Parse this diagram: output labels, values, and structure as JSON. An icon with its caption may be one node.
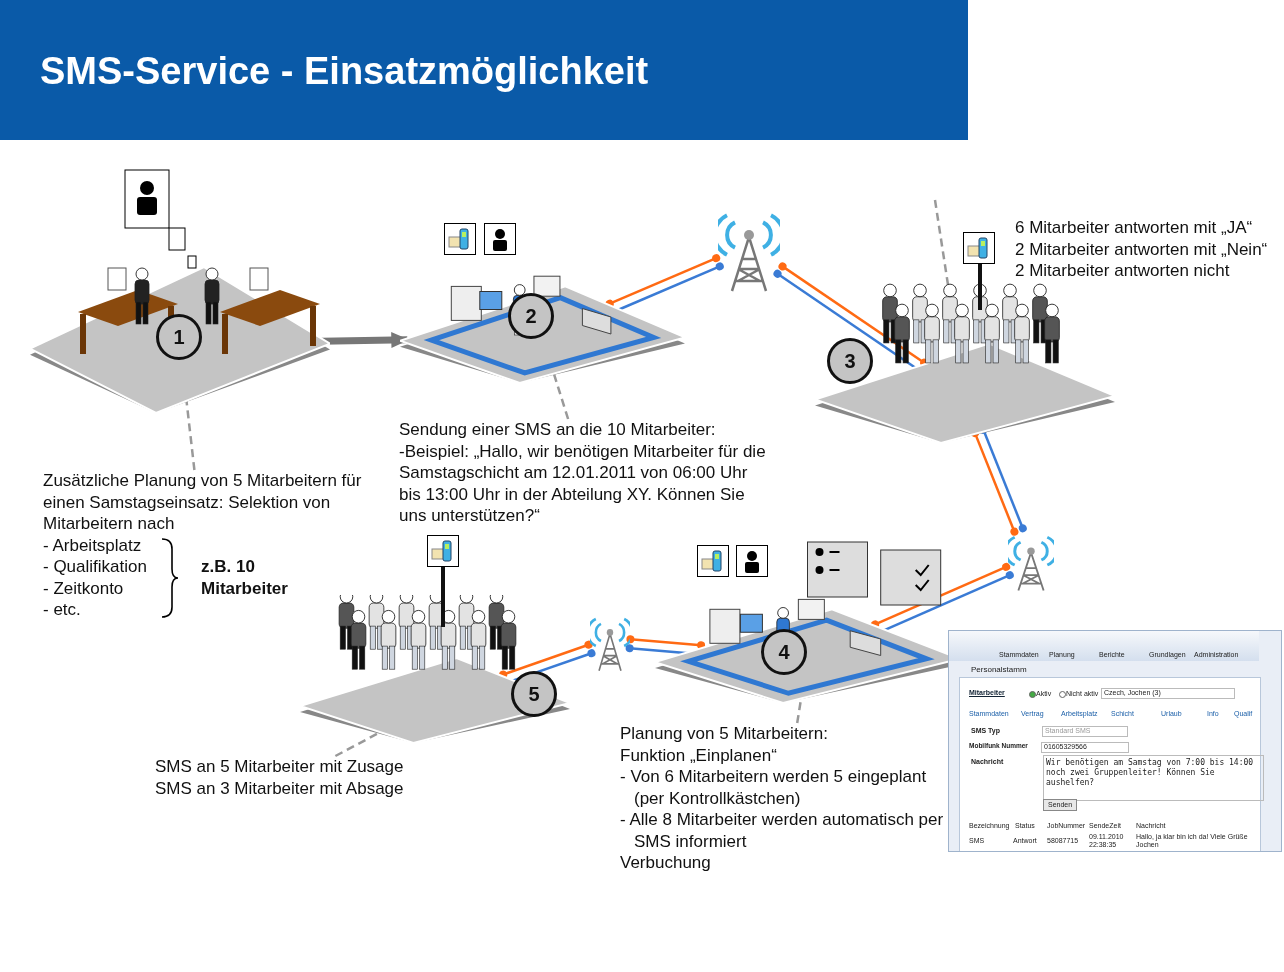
{
  "diagram": {
    "title": "SMS-Service - Einsatzmöglichkeit",
    "nodes": [
      {
        "text": [
          "1"
        ]
      },
      {
        "text": [
          "2"
        ]
      },
      {
        "text": [],
        "shape": "picture"
      },
      {
        "text": [
          "3"
        ],
        "beside": [
          "6 Mitarbeiter antworten mit „JA“",
          "2 Mitarbeiter antworten mit „Nein“",
          "2 Mitarbeiter antworten nicht"
        ]
      },
      {
        "text": [],
        "shape": "picture"
      },
      {
        "text": [
          "4"
        ]
      },
      {
        "text": [],
        "shape": "picture"
      },
      {
        "text": [
          "5"
        ]
      },
      {
        "text": [
          "Zusätzliche Planung von 5 Mitarbeitern für einen Samstagseinsatz: Selektion von Mitarbeitern nach",
          "- Arbeitsplatz",
          "- Qualifikation",
          "- Zeitkonto",
          "- etc."
        ]
      },
      {
        "text": [
          "Sendung einer SMS an die 10 Mitarbeiter:",
          "-Beispiel: „Hallo, wir benötigen Mitarbeiter für die Samstagschicht am 12.01.2011 von 06:00 Uhr bis 13:00 Uhr in der Abteilung XY. Können Sie uns unterstützen?“"
        ]
      },
      {
        "text": [
          "Planung von 5 Mitarbeitern:",
          "Funktion „Einplanen“",
          "- Von 6 Mitarbeitern werden 5 eingeplant (per Kontrollkästchen)",
          "- Alle 8 Mitarbeiter werden automatisch per SMS informiert",
          "Verbuchung"
        ]
      },
      {
        "text": [
          "SMS an 5 Mitarbeiter mit Zusage",
          "SMS an 3 Mitarbeiter mit Absage"
        ]
      }
    ],
    "edges": [
      {
        "from": 0,
        "to": 1,
        "arrow": "to",
        "style": "thick",
        "color": "#777777"
      },
      {
        "from": 1,
        "to": 2,
        "arrow": "other",
        "color": "#ff6a13"
      },
      {
        "from": 1,
        "to": 2,
        "arrow": "other",
        "color": "#3a7bd5"
      },
      {
        "from": 2,
        "to": 3,
        "arrow": "other",
        "color": "#ff6a13"
      },
      {
        "from": 2,
        "to": 3,
        "arrow": "other",
        "color": "#3a7bd5"
      },
      {
        "from": 3,
        "to": 4,
        "arrow": "other",
        "color": "#3a7bd5"
      },
      {
        "from": 3,
        "to": 4,
        "arrow": "other",
        "color": "#ff6a13"
      },
      {
        "from": 4,
        "to": 5,
        "arrow": "other",
        "color": "#3a7bd5"
      },
      {
        "from": 4,
        "to": 5,
        "arrow": "other",
        "color": "#ff6a13"
      },
      {
        "from": 5,
        "to": 6,
        "arrow": "other",
        "color": "#3a7bd5"
      },
      {
        "from": 5,
        "to": 6,
        "arrow": "other",
        "color": "#ff6a13"
      },
      {
        "from": 6,
        "to": 7,
        "arrow": "other",
        "color": "#3a7bd5"
      },
      {
        "from": 6,
        "to": 7,
        "arrow": "other",
        "color": "#ff6a13"
      },
      {
        "from": 8,
        "to": 0,
        "arrow": "none",
        "style": "dashed",
        "color": "#999999"
      },
      {
        "from": 9,
        "to": 1,
        "arrow": "none",
        "style": "dashed",
        "color": "#999999"
      },
      {
        "from": null,
        "to": 3,
        "arrow": "none",
        "style": "dashed",
        "color": "#999999"
      },
      {
        "from": 10,
        "to": 5,
        "arrow": "none",
        "style": "dashed",
        "color": "#999999"
      },
      {
        "from": 11,
        "to": 7,
        "arrow": "none",
        "style": "dashed",
        "color": "#999999"
      }
    ],
    "labels": [
      "z.B. 10 Mitarbeiter",
      "Stammdaten",
      "Planung",
      "Berichte",
      "Grundlagen",
      "Administration",
      "Personalstamm",
      "Mitarbeiter",
      "Aktiv",
      "Nicht aktiv",
      "Czech, Jochen (3)",
      "Stammdaten",
      "Vertrag",
      "Arbeitsplatz",
      "Schicht",
      "Urlaub",
      "Info",
      "Qualif",
      "SMS Typ",
      "Standard SMS",
      "Mobilfunk Nummer",
      "01605329566",
      "Nachricht",
      "Wir benötigen am Samstag von 7:00 bis 14:00 noch zwei Gruppenleiter! Können Sie aushelfen?",
      "Senden",
      "Bezeichnung",
      "Status",
      "JobNummer",
      "SendeZeit",
      "Nachricht",
      "SMS",
      "Antwort",
      "58087715",
      "09.11.2010 22:38:35",
      "Hallo, ja klar bin ich da! Viele Grüße Jochen"
    ]
  }
}
